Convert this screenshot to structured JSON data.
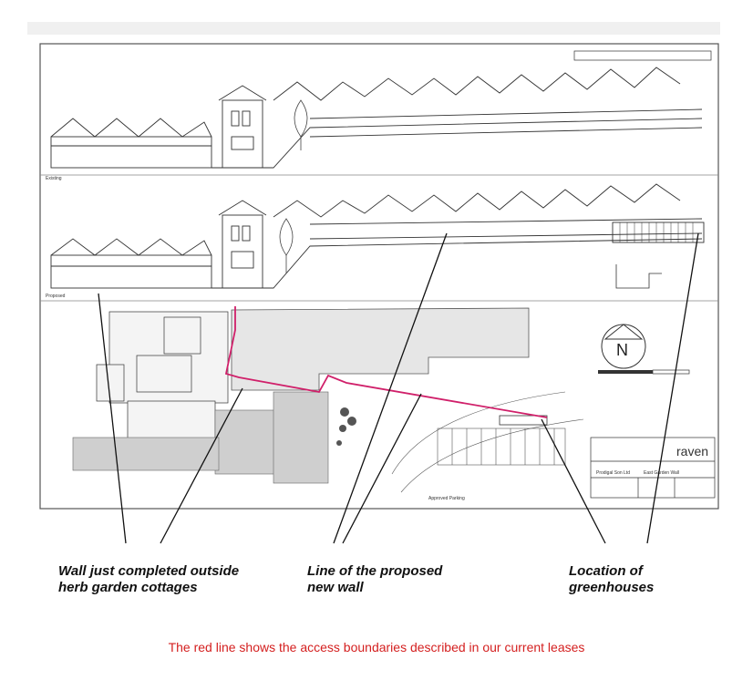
{
  "drawing": {
    "section_existing_label": "Existing",
    "section_proposed_label": "Proposed",
    "north_label": "N",
    "firm_logo": "raven",
    "client_name": "Prodigal Son Ltd",
    "project_title": "East Garden Wall",
    "parking_label": "Approved Parking"
  },
  "annotations": [
    {
      "id": "wall-completed",
      "text": "Wall just completed outside\nherb garden cottages"
    },
    {
      "id": "proposed-wall",
      "text": "Line of the proposed\nnew wall"
    },
    {
      "id": "greenhouses",
      "text": "Location of\ngreenhouses"
    }
  ],
  "footer": {
    "text": "The red line shows the access boundaries described in our current leases",
    "color": "#d42020"
  },
  "colors": {
    "boundary": "#d0206a",
    "line": "#333333",
    "site_fill": "#e6e6e6"
  }
}
